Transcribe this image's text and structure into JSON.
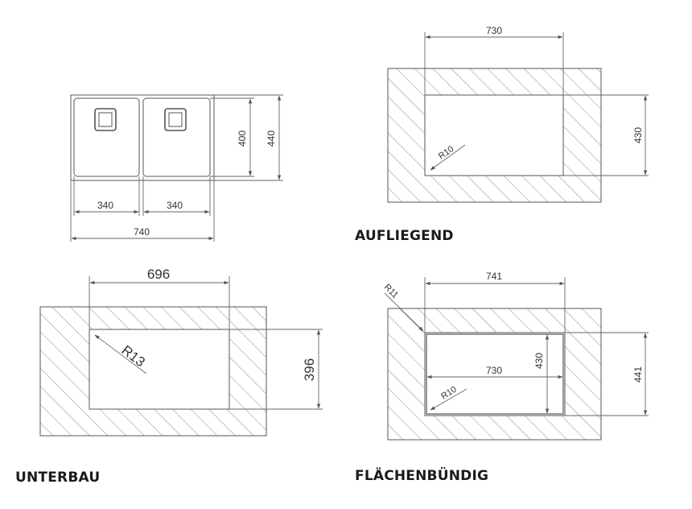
{
  "colors": {
    "line": "#555555",
    "hatch": "#8a8a8a",
    "text": "#333333",
    "heading": "#1a1a1a"
  },
  "sink_top_view": {
    "dim_bowl_left": "340",
    "dim_bowl_right": "340",
    "dim_total_width": "740",
    "dim_bowl_depth": "400",
    "dim_total_depth": "440"
  },
  "aufliegend": {
    "heading": "AUFLIEGEND",
    "dim_width": "730",
    "dim_depth": "430",
    "dim_radius": "R10"
  },
  "unterbau": {
    "heading": "UNTERBAU",
    "dim_width": "696",
    "dim_depth": "396",
    "dim_radius": "R13"
  },
  "flaechenbuendig": {
    "heading": "FLÄCHENBÜNDIG",
    "dim_outer_width": "741",
    "dim_outer_depth": "441",
    "dim_inner_width": "730",
    "dim_inner_depth": "430",
    "dim_radius_outer": "R11",
    "dim_radius_inner": "R10"
  }
}
